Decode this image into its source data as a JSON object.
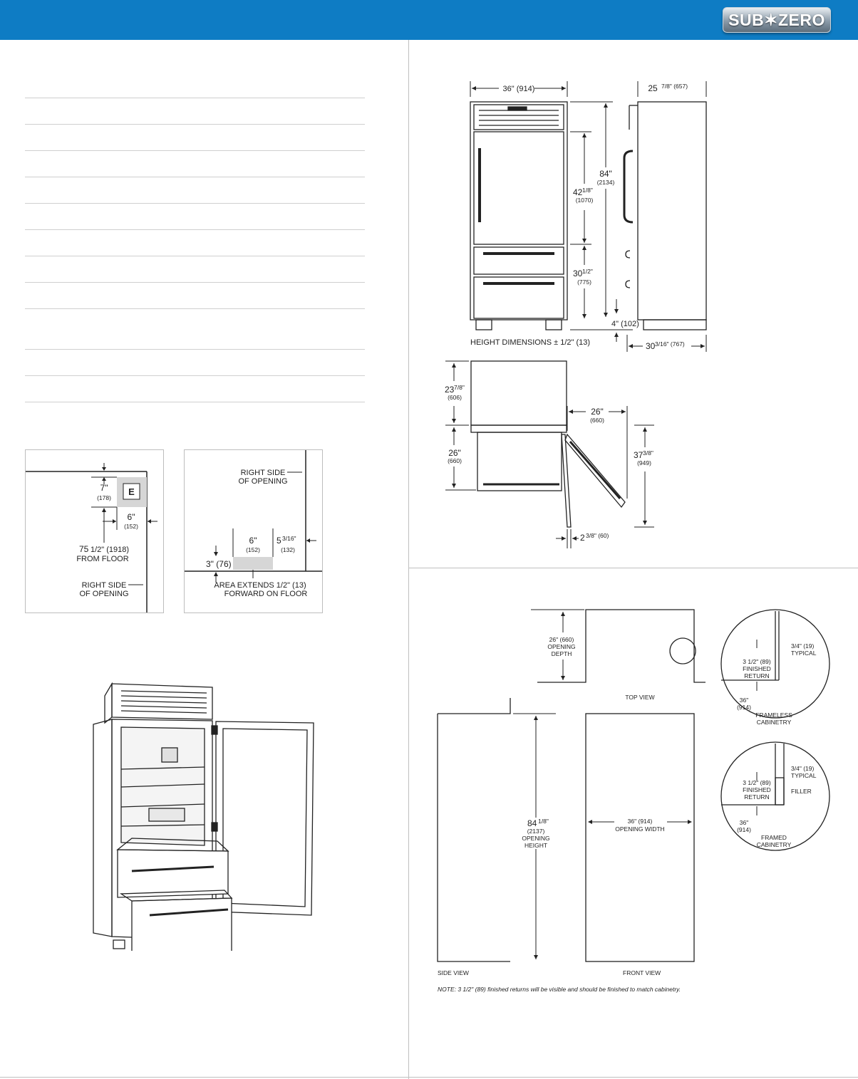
{
  "brand": {
    "logo_text": "SUB✶ZERO"
  },
  "colors": {
    "header": "#0e7cc4",
    "logo_bg": "#8a9aa8"
  },
  "elevation": {
    "width_front": "36\" (914)",
    "depth_top": "25",
    "depth_top_frac": "7/8\" (657)",
    "overall_height": "84\"",
    "overall_height_mm": "(2134)",
    "door_h": "42",
    "door_h_frac": "1/8\"",
    "door_h_mm": "(1070)",
    "drawer_h": "30",
    "drawer_h_frac": "1/2\"",
    "drawer_h_mm": "(775)",
    "toe": "4\" (102)",
    "depth_bottom": "30",
    "depth_bottom_frac": "3/16\" (767)",
    "note": "HEIGHT DIMENSIONS ± 1/2\" (13)"
  },
  "door_swing": {
    "top_h": "23",
    "top_h_frac": "7/8\"",
    "top_h_mm": "(606)",
    "low_h": "26\"",
    "low_h_mm": "(660)",
    "door_w": "26\"",
    "door_w_mm": "(660)",
    "swing": "37",
    "swing_frac": "3/8\"",
    "swing_mm": "(949)",
    "clear": "2",
    "clear_frac": "3/8\" (60)"
  },
  "electrical": {
    "dim_7": "7\"",
    "dim_7_mm": "(178)",
    "e_label": "E",
    "dim_6": "6\"",
    "dim_6_mm": "(152)",
    "from_floor": "75",
    "from_floor_frac": "1/2\" (1918)",
    "from_floor_text": "FROM FLOOR",
    "right_side_1": "RIGHT SIDE",
    "right_side_2": "OF OPENING"
  },
  "plumbing": {
    "right_side_1": "RIGHT SIDE",
    "right_side_2": "OF OPENING",
    "dim_6": "6\"",
    "dim_6_mm": "(152)",
    "dim_5": "5",
    "dim_5_frac": "3/16\"",
    "dim_5_mm": "(132)",
    "dim_3": "3\" (76)",
    "note_1": "AREA EXTENDS 1/2\" (13)",
    "note_2": "FORWARD ON FLOOR"
  },
  "opening": {
    "depth_1": "26\" (660)",
    "depth_2": "OPENING",
    "depth_3": "DEPTH",
    "top_view": "TOP VIEW",
    "height_1": "84",
    "height_frac": "1/8\"",
    "height_2": "(2137)",
    "height_3": "OPENING",
    "height_4": "HEIGHT",
    "width_1": "36\" (914)",
    "width_2": "OPENING WIDTH",
    "side_view": "SIDE VIEW",
    "front_view": "FRONT VIEW",
    "note": "NOTE: 3 1/2\" (89) finished returns will be visible and should be finished to match cabinetry.",
    "detail_a_typ": "3/4\" (19)",
    "detail_a_typ2": "TYPICAL",
    "detail_a_ret1": "3 1/2\" (89)",
    "detail_a_ret2": "FINISHED",
    "detail_a_ret3": "RETURN",
    "detail_a_36": "36\"",
    "detail_a_36mm": "(914)",
    "detail_a_label1": "FRAMELESS",
    "detail_a_label2": "CABINETRY",
    "detail_b_typ": "3/4\" (19)",
    "detail_b_typ2": "TYPICAL",
    "detail_b_filler": "FILLER",
    "detail_b_ret1": "3 1/2\" (89)",
    "detail_b_ret2": "FINISHED",
    "detail_b_ret3": "RETURN",
    "detail_b_36": "36\"",
    "detail_b_36mm": "(914)",
    "detail_b_label1": "FRAMED",
    "detail_b_label2": "CABINETRY"
  }
}
